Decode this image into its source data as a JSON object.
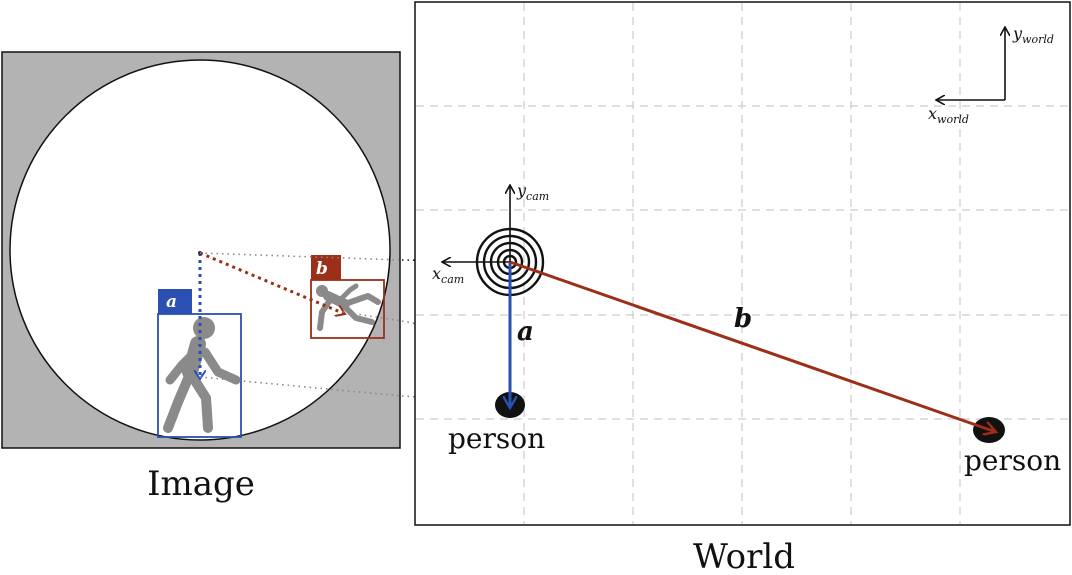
{
  "image_panel": {
    "caption": "Image",
    "box_a": {
      "tag": "a"
    },
    "box_b": {
      "tag": "b"
    }
  },
  "world_panel": {
    "caption": "World",
    "camera_axes": {
      "x": "x",
      "x_sub": "cam",
      "y": "y",
      "y_sub": "cam"
    },
    "world_axes": {
      "x": "x",
      "x_sub": "world",
      "y": "y",
      "y_sub": "world"
    },
    "vector_a": "a",
    "vector_b": "b",
    "person_a_label": "person",
    "person_b_label": "person"
  },
  "colors": {
    "vector_a": "#2b4fb3",
    "vector_b": "#9b2f17",
    "image_background": "#b3b3b3",
    "person_icon": "#8a8a8a",
    "grid": "#cccccc"
  },
  "icons": {
    "camera": "camera-concentric-rings-icon",
    "person_walking": "person-walking-icon",
    "person_falling": "person-falling-icon"
  }
}
